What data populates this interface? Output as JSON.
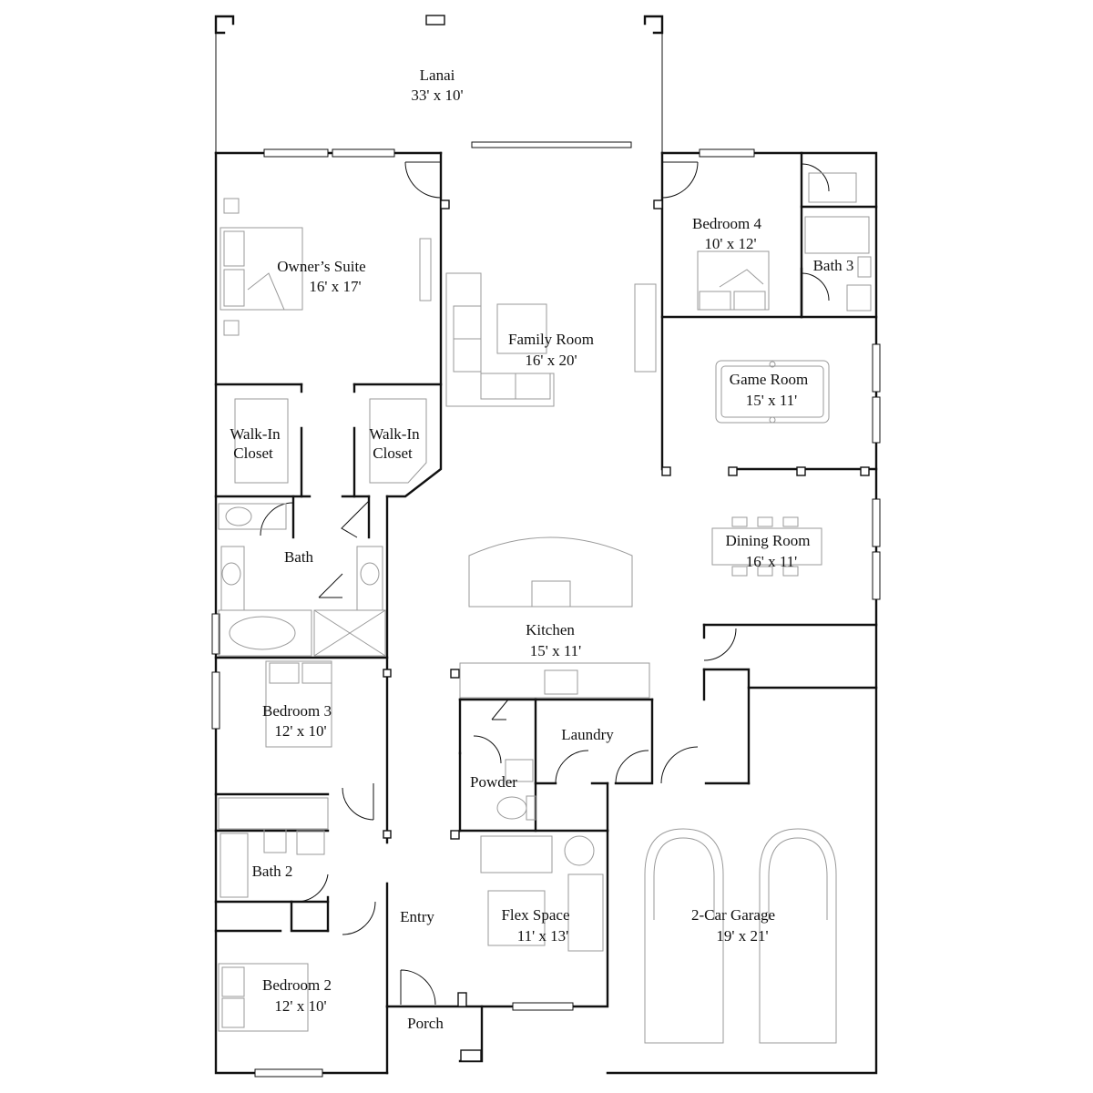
{
  "rooms": {
    "lanai": {
      "name": "Lanai",
      "dims": "33' x 10'"
    },
    "owners_suite": {
      "name": "Owner’s Suite",
      "dims": "16' x 17'"
    },
    "family_room": {
      "name": "Family Room",
      "dims": "16' x 20'"
    },
    "bedroom_4": {
      "name": "Bedroom 4",
      "dims": "10' x 12'"
    },
    "bath_3": {
      "name": "Bath 3"
    },
    "game_room": {
      "name": "Game Room",
      "dims": "15' x 11'"
    },
    "walk_in_closet_left": {
      "line1": "Walk-In",
      "line2": "Closet"
    },
    "walk_in_closet_right": {
      "line1": "Walk-In",
      "line2": "Closet"
    },
    "bath": {
      "name": "Bath"
    },
    "dining_room": {
      "name": "Dining Room",
      "dims": "16' x 11'"
    },
    "kitchen": {
      "name": "Kitchen",
      "dims": "15' x 11'"
    },
    "bedroom_3": {
      "name": "Bedroom 3",
      "dims": "12' x 10'"
    },
    "laundry": {
      "name": "Laundry"
    },
    "powder": {
      "name": "Powder"
    },
    "bath_2": {
      "name": "Bath 2"
    },
    "entry": {
      "name": "Entry"
    },
    "flex_space": {
      "name": "Flex Space",
      "dims": "11' x 13'"
    },
    "garage": {
      "name": "2-Car Garage",
      "dims": "19' x 21'"
    },
    "bedroom_2": {
      "name": "Bedroom 2",
      "dims": "12' x 10'"
    },
    "porch": {
      "name": "Porch"
    }
  }
}
